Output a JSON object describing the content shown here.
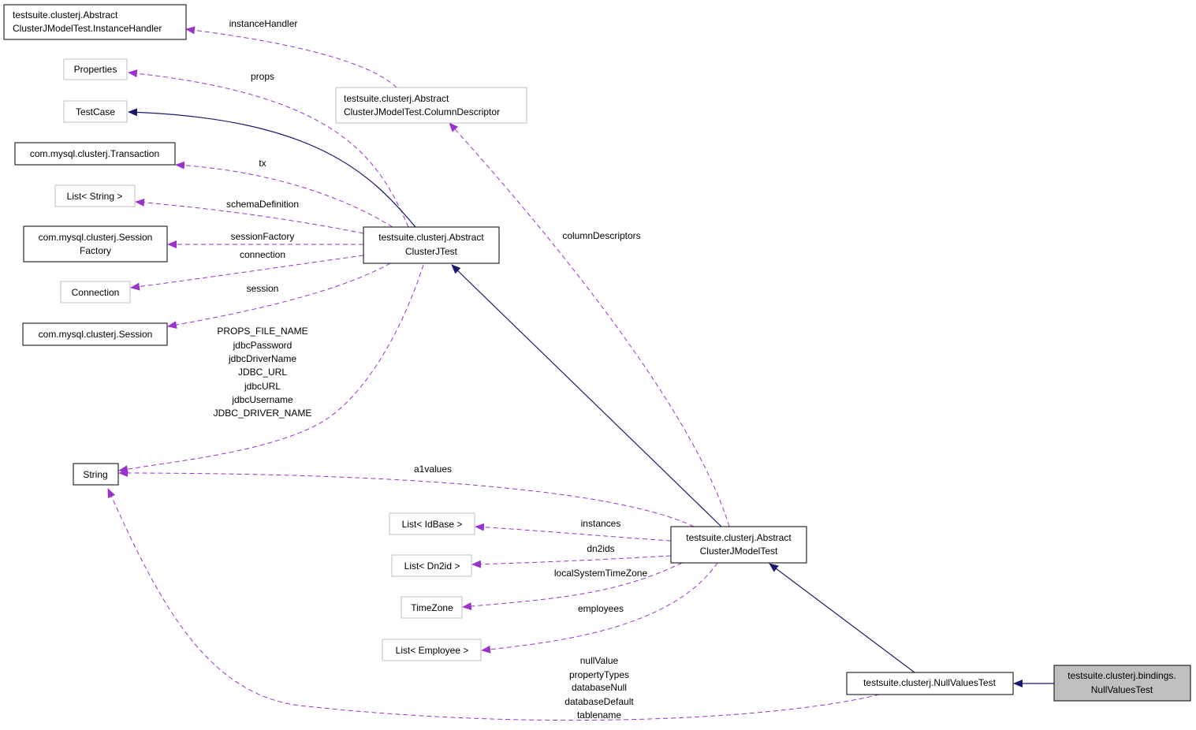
{
  "colors": {
    "inheritance_edge": "#191970",
    "usage_edge": "#9a32cd",
    "documented_border": "#000000",
    "undocumented_border": "#bfbfbf",
    "focus_fill": "#bfbfbf"
  },
  "nodes": {
    "instance_handler": {
      "line1": "testsuite.clusterj.Abstract",
      "line2": "ClusterJModelTest.InstanceHandler"
    },
    "properties": {
      "line1": "Properties"
    },
    "testcase": {
      "line1": "TestCase"
    },
    "transaction": {
      "line1": "com.mysql.clusterj.Transaction"
    },
    "list_string": {
      "line1": "List< String >"
    },
    "session_factory": {
      "line1": "com.mysql.clusterj.Session",
      "line2": "Factory"
    },
    "connection": {
      "line1": "Connection"
    },
    "session": {
      "line1": "com.mysql.clusterj.Session"
    },
    "string": {
      "line1": "String"
    },
    "column_descriptor": {
      "line1": "testsuite.clusterj.Abstract",
      "line2": "ClusterJModelTest.ColumnDescriptor"
    },
    "abstract_clusterj_test": {
      "line1": "testsuite.clusterj.Abstract",
      "line2": "ClusterJTest"
    },
    "list_idbase": {
      "line1": "List< IdBase >"
    },
    "list_dn2id": {
      "line1": "List< Dn2id >"
    },
    "timezone": {
      "line1": "TimeZone"
    },
    "list_employee": {
      "line1": "List< Employee >"
    },
    "abstract_model_test": {
      "line1": "testsuite.clusterj.Abstract",
      "line2": "ClusterJModelTest"
    },
    "null_values_test": {
      "line1": "testsuite.clusterj.NullValuesTest"
    },
    "bindings_null_values_test": {
      "line1": "testsuite.clusterj.bindings.",
      "line2": "NullValuesTest"
    }
  },
  "edge_labels": {
    "instance_handler": "instanceHandler",
    "props": "props",
    "tx": "tx",
    "schema_definition": "schemaDefinition",
    "session_factory": "sessionFactory",
    "connection": "connection",
    "session": "session",
    "string_fields": [
      "PROPS_FILE_NAME",
      "jdbcPassword",
      "jdbcDriverName",
      "JDBC_URL",
      "jdbcURL",
      "jdbcUsername",
      "JDBC_DRIVER_NAME"
    ],
    "column_descriptors": "columnDescriptors",
    "a1values": "a1values",
    "instances": "instances",
    "dn2ids": "dn2ids",
    "local_system_time_zone": "localSystemTimeZone",
    "employees": "employees",
    "null_values_fields": [
      "nullValue",
      "propertyTypes",
      "databaseNull",
      "databaseDefault",
      "tablename"
    ]
  }
}
